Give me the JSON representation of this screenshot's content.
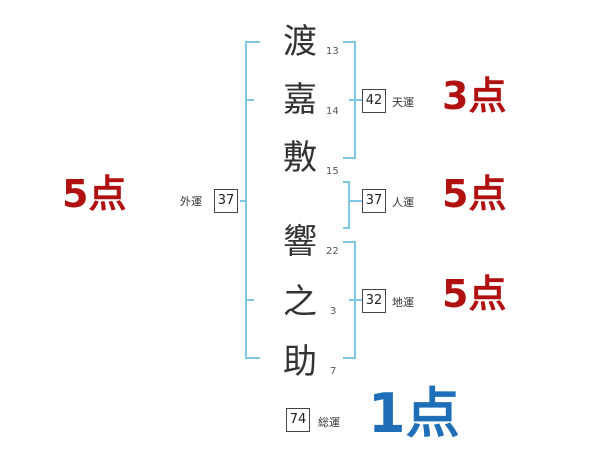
{
  "name_chars": [
    {
      "char": "渡",
      "strokes": "13"
    },
    {
      "char": "嘉",
      "strokes": "14"
    },
    {
      "char": "敷",
      "strokes": "15"
    },
    {
      "char": "響",
      "strokes": "22"
    },
    {
      "char": "之",
      "strokes": "3"
    },
    {
      "char": "助",
      "strokes": "7"
    }
  ],
  "fortunes": {
    "gaiun": {
      "label": "外運",
      "value": "37",
      "score": "5点"
    },
    "tenun": {
      "label": "天運",
      "value": "42",
      "score": "3点"
    },
    "jinun": {
      "label": "人運",
      "value": "37",
      "score": "5点"
    },
    "chiun": {
      "label": "地運",
      "value": "32",
      "score": "5点"
    },
    "souun": {
      "label": "総運",
      "value": "74",
      "score": "1点"
    }
  },
  "colors": {
    "bracket": "#7ec8e3",
    "score_red": "#b01010",
    "score_blue": "#1f6fb8"
  }
}
